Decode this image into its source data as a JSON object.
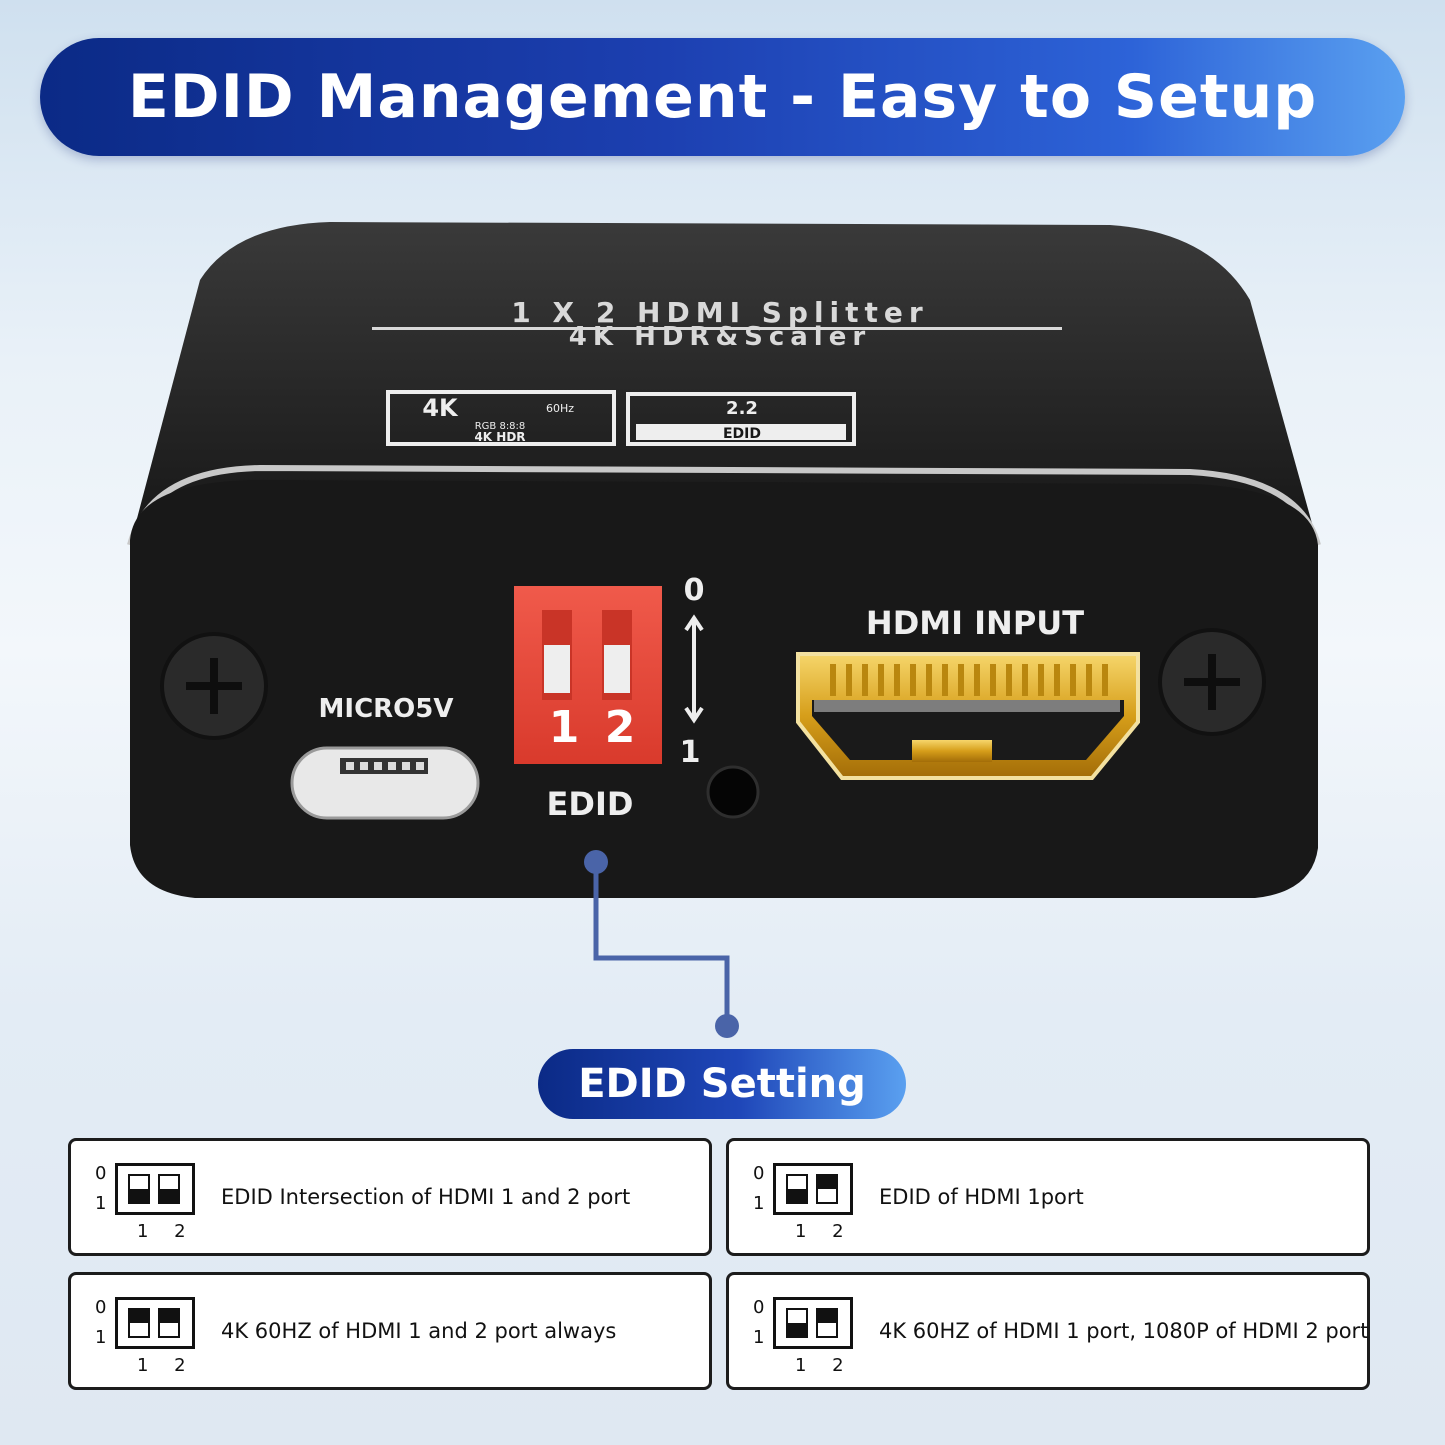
{
  "header": {
    "title": "EDID Management - Easy to Setup"
  },
  "device": {
    "top_line1": "1 X 2 HDMI Splitter",
    "top_line2": "4K HDR&Scaler",
    "badge_4k": "4K",
    "badge_hz": "60Hz",
    "badge_rgb": "RGB 8:8:8",
    "badge_hdr": "4K HDR",
    "badge_ver": "2.2",
    "badge_edid": "EDID",
    "micro_label": "MICRO5V",
    "dip_num1": "1",
    "dip_num2": "2",
    "dip_top": "0",
    "dip_bottom": "1",
    "edid_label": "EDID",
    "hdmi_label": "HDMI INPUT"
  },
  "section": {
    "title": "EDID Setting"
  },
  "settings": [
    {
      "desc": "EDID Intersection of HDMI 1 and 2 port",
      "sw1": 1,
      "sw2": 1
    },
    {
      "desc": "EDID of HDMI 1port",
      "sw1": 1,
      "sw2": 0
    },
    {
      "desc": "4K 60HZ of HDMI 1 and 2 port always",
      "sw1": 0,
      "sw2": 0
    },
    {
      "desc": "4K 60HZ of HDMI 1 port, 1080P of HDMI 2 port",
      "sw1": 1,
      "sw2": 0
    }
  ],
  "switch_labels": {
    "zero": "0",
    "one": "1",
    "nums": "1 2"
  },
  "colors": {
    "accent": "#1c3fb0",
    "dip_red": "#e8473a",
    "gold": "#d9a520",
    "device": "#1a1a1a"
  }
}
